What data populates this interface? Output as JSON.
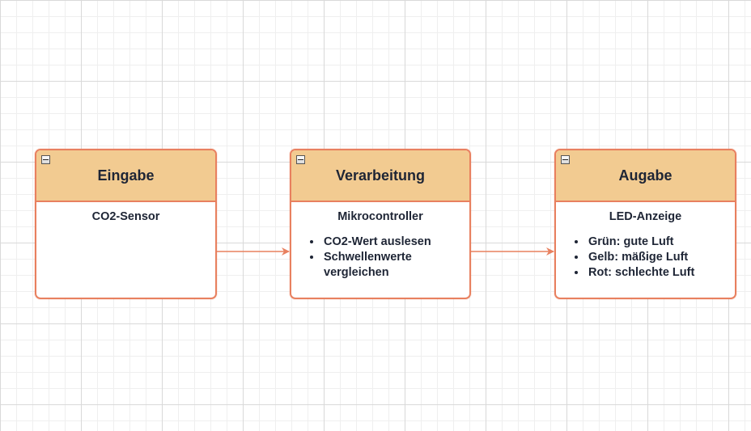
{
  "blocks": [
    {
      "title": "Eingabe",
      "subtitle": "CO2-Sensor",
      "items": []
    },
    {
      "title": "Verarbeitung",
      "subtitle": "Mikrocontroller",
      "items": [
        "CO2-Wert auslesen",
        "Schwellenwerte vergleichen"
      ]
    },
    {
      "title": "Augabe",
      "subtitle": "LED-Anzeige",
      "items": [
        "Grün: gute Luft",
        "Gelb: mäßige Luft",
        "Rot: schlechte Luft"
      ]
    }
  ],
  "colors": {
    "header_fill": "#f2cb91",
    "border": "#e8805f",
    "text": "#1e2535",
    "grid": "#d9d9d9"
  },
  "icons": {
    "collapse": "minus-square-icon",
    "arrowhead": "arrow-right-icon"
  }
}
